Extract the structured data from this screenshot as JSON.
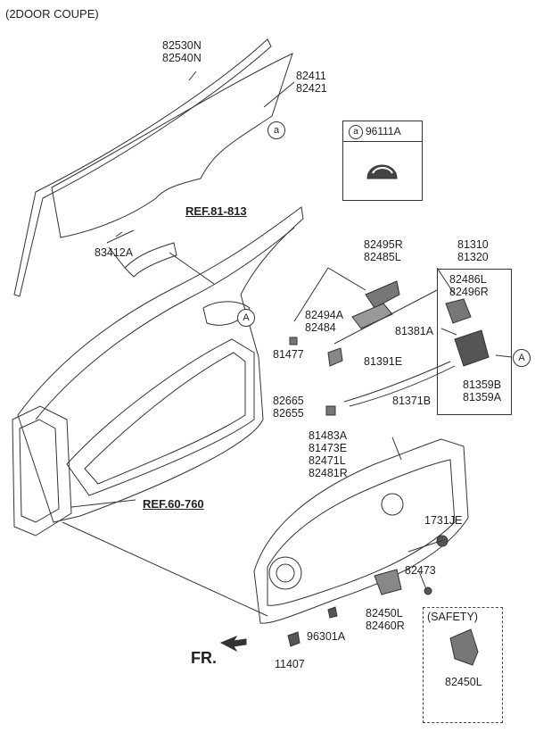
{
  "title": "(2DOOR COUPE)",
  "refs": {
    "ref1": "REF.81-813",
    "ref2": "REF.60-760"
  },
  "direction": "FR.",
  "legend": {
    "circle": "a",
    "part": "96111A"
  },
  "safety": {
    "title": "(SAFETY)",
    "part": "82450L"
  },
  "callouts": {
    "a": "a",
    "A1": "A",
    "A2": "A"
  },
  "labels": {
    "p1": [
      "82530N",
      "82540N"
    ],
    "p2": [
      "82411",
      "82421"
    ],
    "p3": [
      "83412A"
    ],
    "p4": [
      "82495R",
      "82485L"
    ],
    "p5": [
      "81310",
      "81320"
    ],
    "p6": [
      "82486L",
      "82496R"
    ],
    "p7": [
      "82494A",
      "82484"
    ],
    "p8": [
      "81381A"
    ],
    "p9": [
      "81477"
    ],
    "p10": [
      "81391E"
    ],
    "p11": [
      "81359B",
      "81359A"
    ],
    "p12": [
      "81371B"
    ],
    "p13": [
      "82665",
      "82655"
    ],
    "p14": [
      "81483A",
      "81473E",
      "82471L",
      "82481R"
    ],
    "p15": [
      "1731JE"
    ],
    "p16": [
      "82473"
    ],
    "p17": [
      "82450L",
      "82460R"
    ],
    "p18": [
      "96301A"
    ],
    "p19": [
      "11407"
    ]
  }
}
